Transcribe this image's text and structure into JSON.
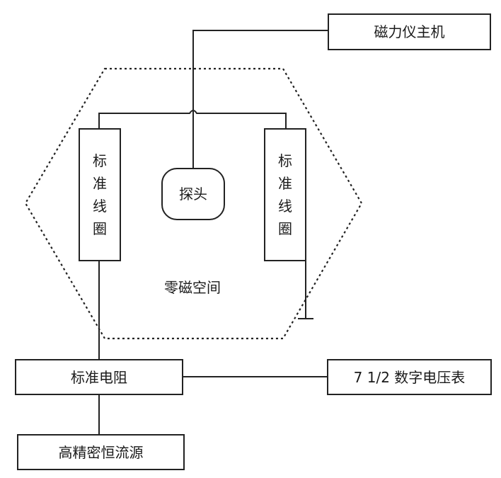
{
  "blocks": {
    "magnetometer_host": "磁力仪主机",
    "probe": "探头",
    "zero_field_space": "零磁空间",
    "standard_resistor": "标准电阻",
    "voltmeter": "7 1/2 数字电压表",
    "current_source": "高精密恒流源"
  },
  "coils": {
    "left": [
      "标",
      "准",
      "线",
      "圈"
    ],
    "right": [
      "标",
      "准",
      "线",
      "圈"
    ]
  },
  "colors": {
    "line": "#222222",
    "background": "#ffffff"
  }
}
